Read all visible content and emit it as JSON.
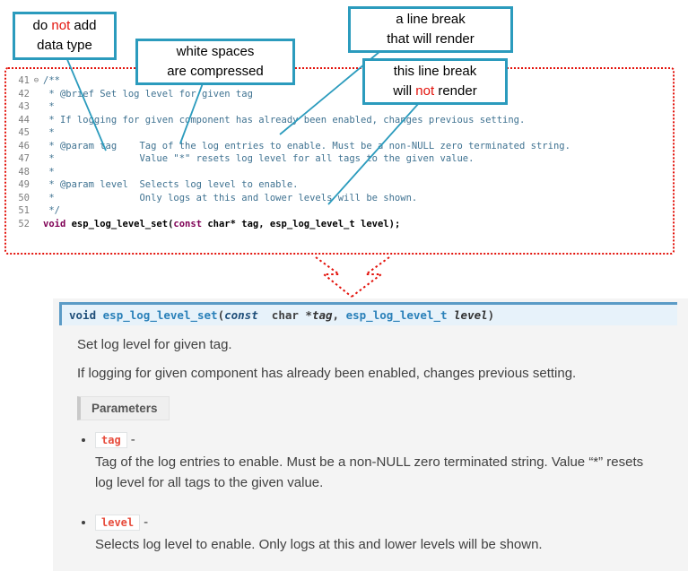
{
  "callouts": {
    "no_datatype": {
      "t1": "do ",
      "t1_red": "not",
      "t1b": " add",
      "t2": "data type"
    },
    "whitespace": {
      "t1": "white spaces",
      "t2": "are  compressed"
    },
    "break_render": {
      "t1": "a line break",
      "t2": "that will render"
    },
    "break_norender": {
      "t1": "this line break",
      "t2a": "will ",
      "t2_red": "not",
      "t2b": " render"
    }
  },
  "code": {
    "fold_icon": "⊖",
    "lines": [
      {
        "num": "41",
        "text": "/**"
      },
      {
        "num": "42",
        "text": " * @brief Set log level for given tag"
      },
      {
        "num": "43",
        "text": " *"
      },
      {
        "num": "44",
        "text": " * If logging for given component has already been enabled, changes previous setting."
      },
      {
        "num": "45",
        "text": " *"
      },
      {
        "num": "46",
        "text": " * @param tag    Tag of the log entries to enable. Must be a non-NULL zero terminated string."
      },
      {
        "num": "47",
        "text": " *               Value \"*\" resets log level for all tags to the given value."
      },
      {
        "num": "48",
        "text": " *"
      },
      {
        "num": "49",
        "text": " * @param level  Selects log level to enable."
      },
      {
        "num": "50",
        "text": " *               Only logs at this and lower levels will be shown."
      },
      {
        "num": "51",
        "text": " */"
      }
    ],
    "line52": {
      "num": "52",
      "kw1": "void ",
      "name": "esp_log_level_set",
      "p1": "(",
      "kw2": "const",
      "rest": " char* tag, esp_log_level_t level);"
    }
  },
  "doc": {
    "signature": {
      "kw_void": "void ",
      "name": "esp_log_level_set",
      "open": "(",
      "kw_const": "const",
      "char_part": "  char *",
      "arg_tag": "tag",
      "comma": ", ",
      "type_level": "esp_log_level_t",
      "arg_level": " level",
      "close": ")"
    },
    "brief": "Set log level for given tag.",
    "description": "If logging for given component has already been enabled, changes previous setting.",
    "parameters_label": "Parameters",
    "params": [
      {
        "name": "tag",
        "dash": "-",
        "desc": "Tag of the log entries to enable. Must be a non-NULL zero terminated string. Value “*” resets log level for all tags to the given value."
      },
      {
        "name": "level",
        "dash": "-",
        "desc": "Selects log level to enable. Only logs at this and lower levels will be shown."
      }
    ]
  },
  "colors": {
    "callout_border": "#2b9bbd",
    "highlight_red": "#e3120b",
    "comment_text": "#3f7291",
    "code_keyword": "#7f0055",
    "sig_link": "#2980b9",
    "sig_keyword": "#1f4e79",
    "param_name": "#e74c3c",
    "doc_background": "#f4f4f4",
    "sig_background": "#e7f2fa"
  }
}
